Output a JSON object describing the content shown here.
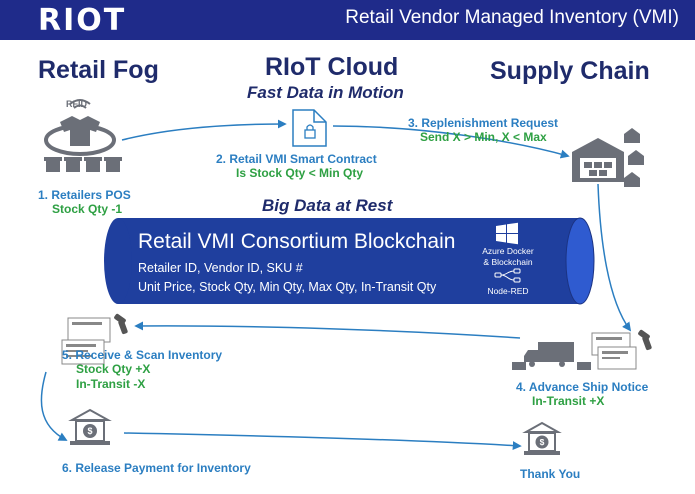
{
  "header": {
    "logo": "RIOT",
    "title": "Retail Vendor Managed Inventory (VMI)"
  },
  "columns": {
    "left": "Retail Fog",
    "middle": "RIoT Cloud",
    "middle_sub": "Fast Data in Motion",
    "right": "Supply Chain"
  },
  "icons": {
    "rfid_label": "RFID"
  },
  "steps": {
    "s1_title": "1. Retailers POS",
    "s1_detail": "Stock Qty -1",
    "s2_title": "2. Retail VMI  Smart Contract",
    "s2_detail": "Is Stock Qty < Min Qty",
    "s3_title": "3. Replenishment Request",
    "s3_detail": "Send X > Min, X < Max",
    "s4_title": "4. Advance Ship Notice",
    "s4_detail": "In-Transit +X",
    "s5_title": "5. Receive & Scan Inventory",
    "s5_detail1": "Stock Qty +X",
    "s5_detail2": "In-Transit  -X",
    "s6_title": "6. Release Payment for Inventory",
    "thank_you": "Thank You"
  },
  "big_data": "Big Data at Rest",
  "blockchain": {
    "title": "Retail VMI Consortium Blockchain",
    "line1": "Retailer ID, Vendor ID, SKU #",
    "line2": "Unit Price, Stock Qty, Min Qty, Max Qty, In-Transit Qty",
    "azure1": "Azure Docker",
    "azure2": "& Blockchain",
    "nodered": "Node-RED"
  },
  "colors": {
    "header_bg": "#1f2b8a",
    "blockchain_bg": "#1f3f9e",
    "step_blue": "#2b7ec1",
    "step_green": "#2ea043",
    "title_navy": "#1f2b6b",
    "icon_gray": "#6b6f78"
  }
}
